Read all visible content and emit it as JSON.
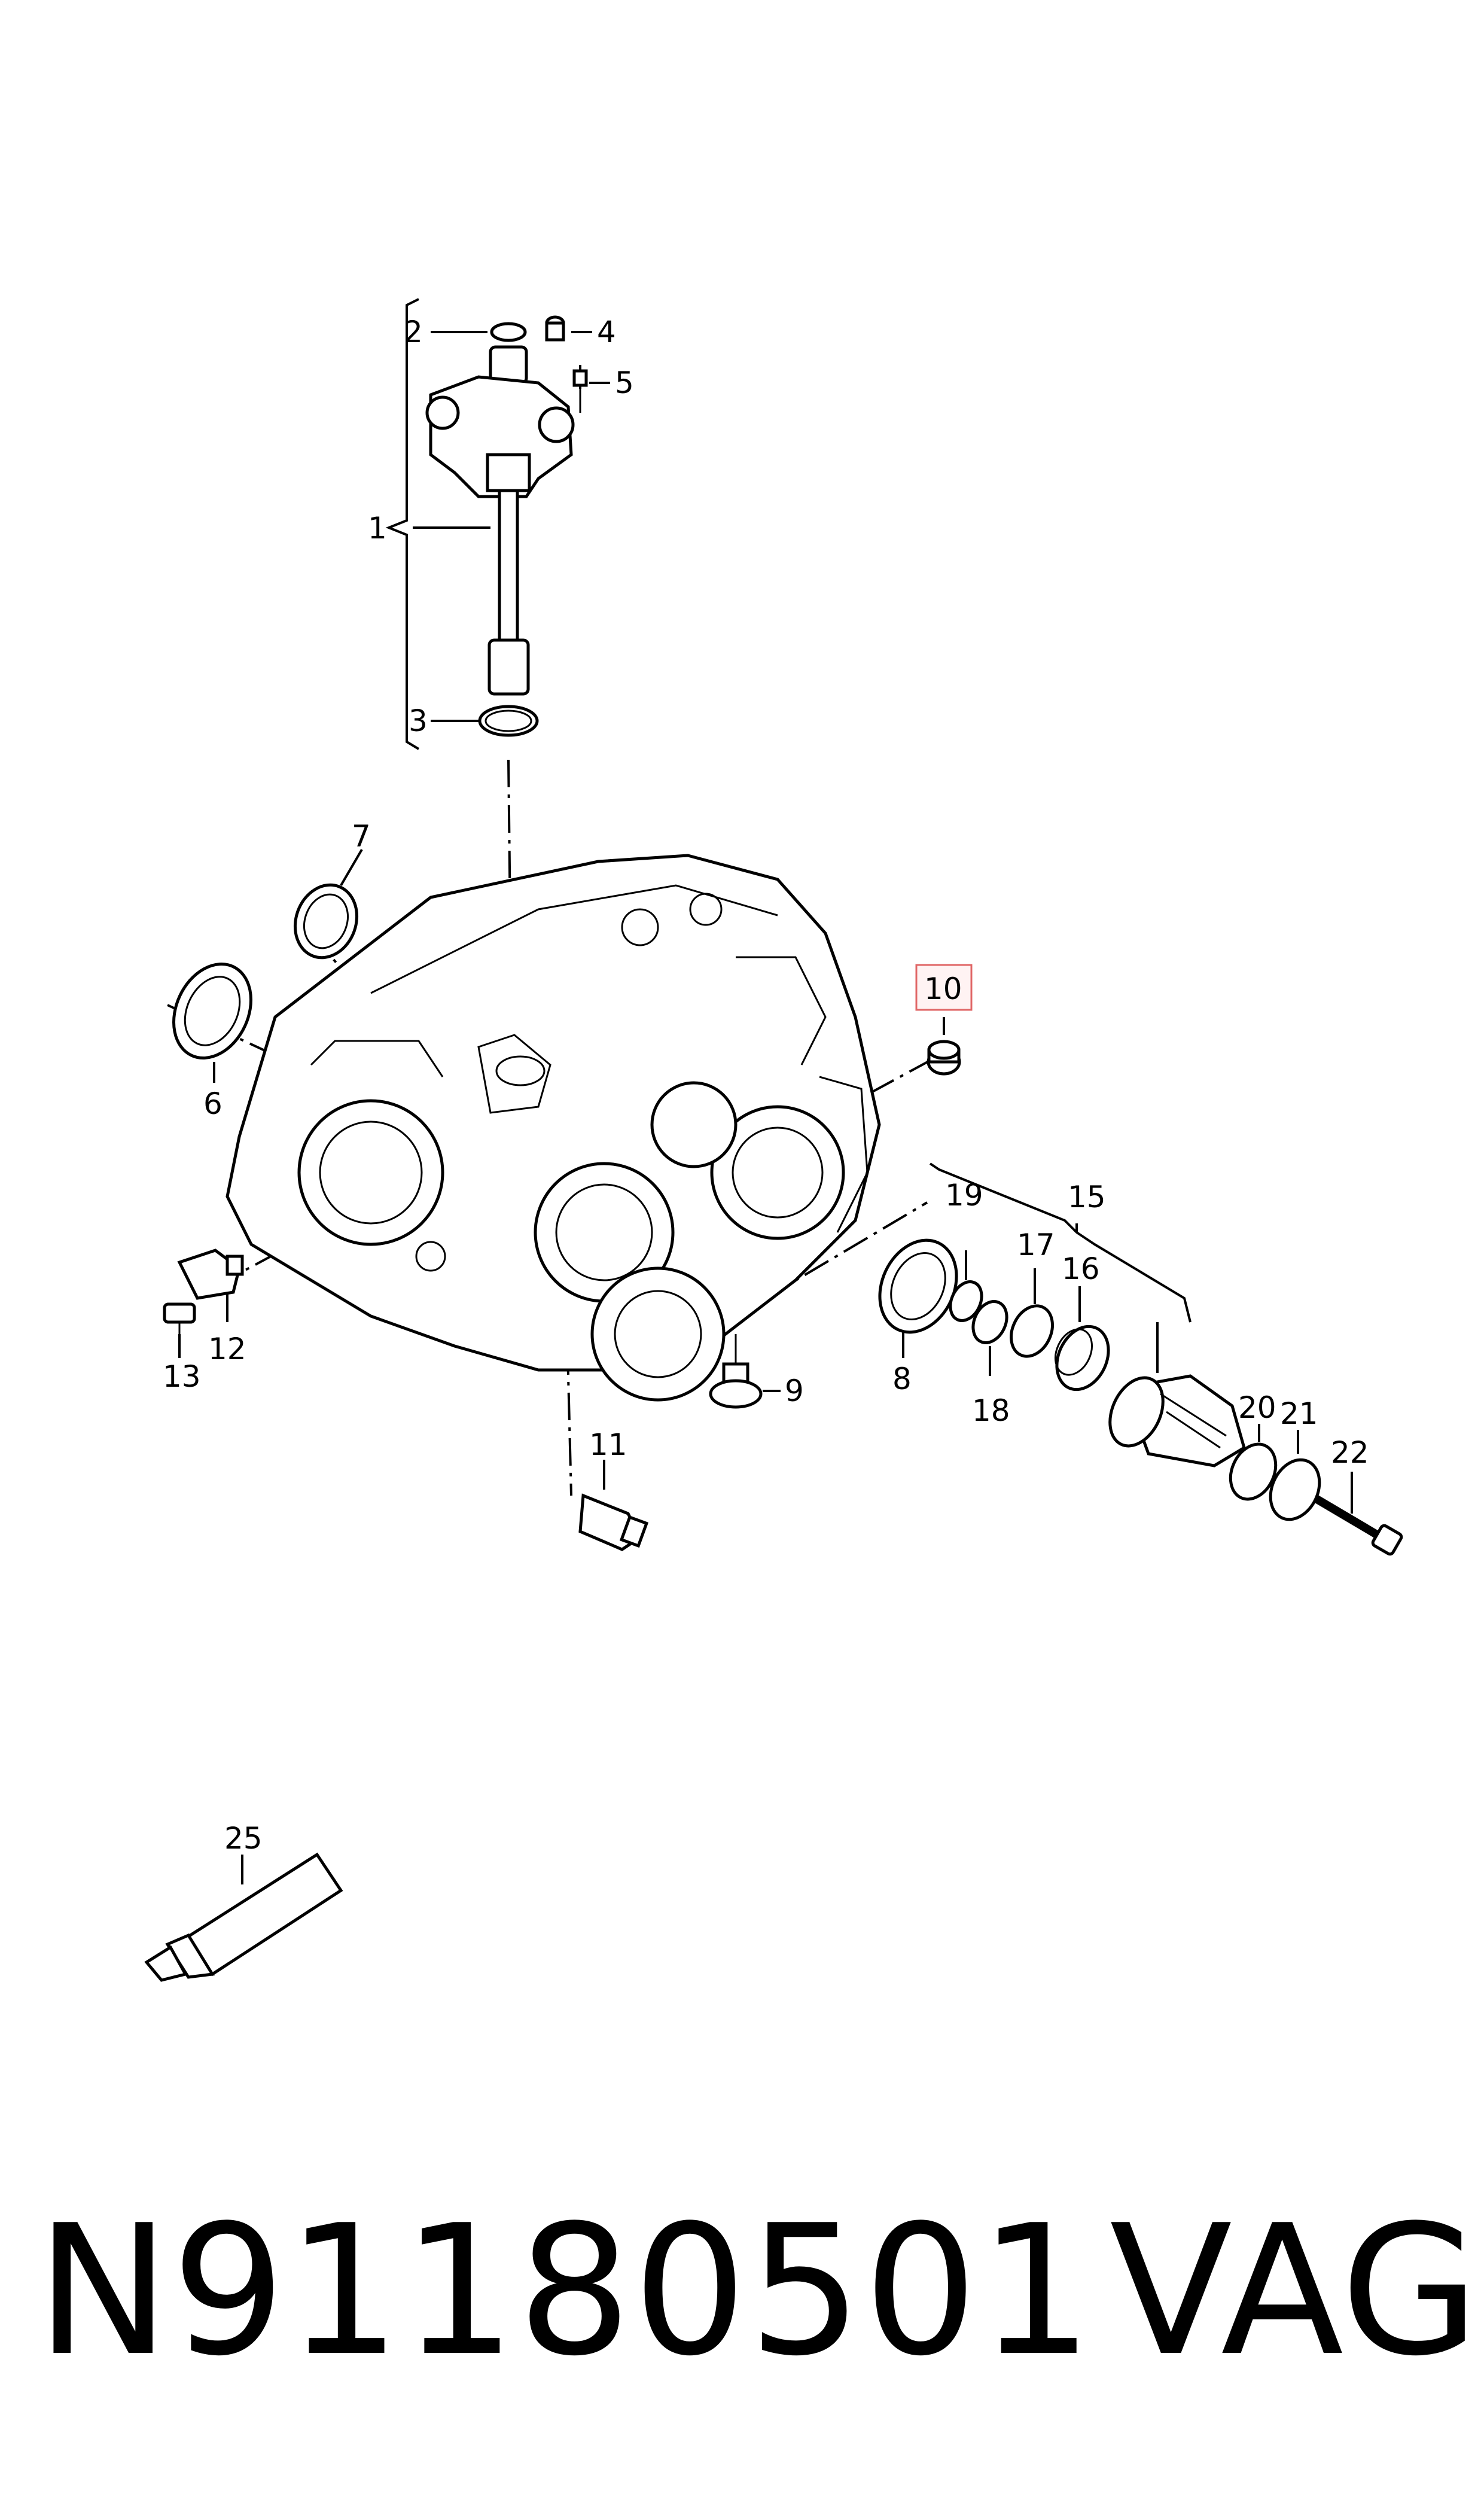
{
  "highlight_color": "#e06666",
  "callouts": {
    "c1": "1",
    "c2": "2",
    "c3": "3",
    "c4": "4",
    "c5": "5",
    "c6": "6",
    "c7": "7",
    "c8": "8",
    "c9": "9",
    "c10": "10",
    "c11": "11",
    "c12": "12",
    "c13": "13",
    "c15": "15",
    "c16": "16",
    "c17": "17",
    "c18": "18",
    "c19": "19",
    "c20": "20",
    "c21": "21",
    "c22": "22",
    "c25": "25"
  },
  "footer": {
    "part_number": "N91180501",
    "brand": "VAG"
  }
}
